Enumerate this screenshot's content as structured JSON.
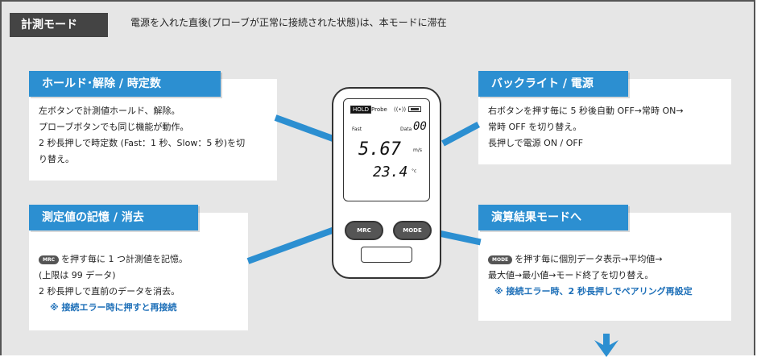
{
  "header": {
    "mode_label": "計測モード",
    "description": "電源を入れた直後(プローブが正常に接続された状態)は、本モードに滞在"
  },
  "cards": {
    "hold": {
      "title": "ホールド･解除 / 時定数",
      "lines": [
        "左ボタンで計測値ホールド、解除。",
        "プローブボタンでも同じ機能が動作。",
        "2 秒長押しで時定数 (Fast：1 秒、Slow：5 秒)を切",
        "り替え。"
      ]
    },
    "backlight": {
      "title": "バックライト / 電源",
      "lines": [
        "右ボタンを押す毎に 5 秒後自動 OFF→常時 ON→",
        "常時 OFF を切り替え。",
        "長押しで電源 ON / OFF"
      ]
    },
    "memory": {
      "title": "測定値の記憶 / 消去",
      "pill": "MRC",
      "line1_suffix": "を押す毎に 1 つ計測値を記憶。",
      "line2": "(上限は 99 データ)",
      "line3": "2 秒長押しで直前のデータを消去。",
      "note": "※ 接続エラー時に押すと再接続"
    },
    "result": {
      "title": "演算結果モードへ",
      "pill": "MODE",
      "line1_suffix": "を押す毎に個別データ表示→平均値→",
      "line2": "最大値→最小値→モード終了を切り替え。",
      "note": "※ 接続エラー時、2 秒長押しでペアリング再設定"
    }
  },
  "device": {
    "hold_indicator": "HOLD",
    "probe_label": "Probe",
    "wireless_icon": "((•))",
    "fast_label": "Fast",
    "data_label": "Data",
    "data_number": "00",
    "velocity_value": "5.67",
    "velocity_unit": "m/s",
    "temp_value": "23.4",
    "temp_unit": "°c",
    "left_button": "MRC",
    "right_button": "MODE"
  },
  "colors": {
    "accent": "#2c8fd1",
    "header_bg": "#444444",
    "panel_bg": "#e6e6e6"
  }
}
